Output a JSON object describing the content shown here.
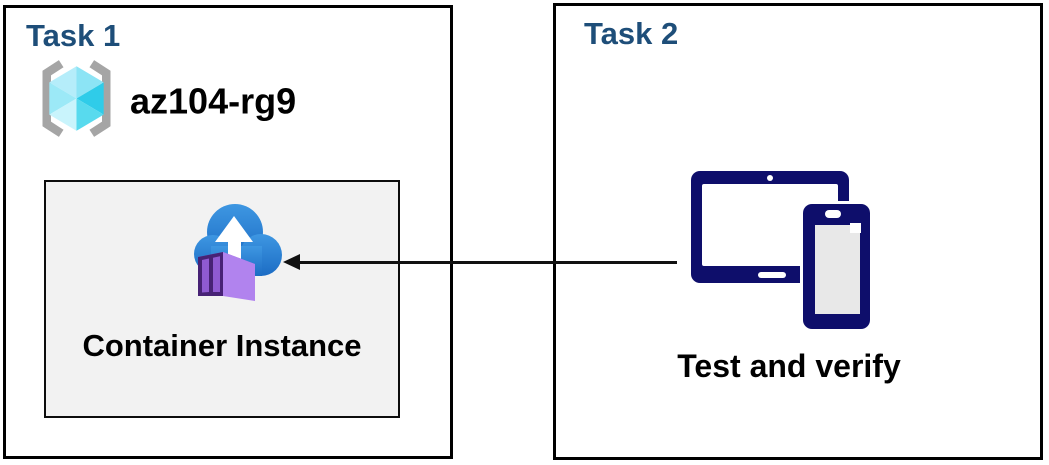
{
  "task1": {
    "title": "Task 1",
    "resource_group": {
      "icon": "resource-group-icon",
      "name": "az104-rg9"
    },
    "container": {
      "icon": "container-instances-icon",
      "label": "Container Instance"
    }
  },
  "task2": {
    "title": "Task 2",
    "devices_icon": "tablet-phone-icon",
    "label": "Test and verify"
  },
  "arrow": {
    "direction": "right-to-left",
    "from": "task2-devices-icon",
    "to": "container-instance-box"
  },
  "colors": {
    "task_title_blue": "#1E4E79",
    "box_border": "#000000",
    "container_box_bg": "#F2F2F2",
    "device_navy": "#0E0E6B",
    "device_screen_gray": "#E8E8E8",
    "cloud_blue_top": "#3E97E2",
    "cloud_blue_bottom": "#1C6CC4",
    "container_end_purple": "#472275",
    "container_stripe_purple": "#8F5AD2",
    "container_side_purple": "#B183EE",
    "container_top_purple": "#9C63DA",
    "rg_bracket_gray": "#A5A5A5",
    "rg_cube_dark_cyan": "#2FCCE9",
    "rg_cube_light_cyan": "#C9F4FC",
    "text_black": "#000000"
  }
}
